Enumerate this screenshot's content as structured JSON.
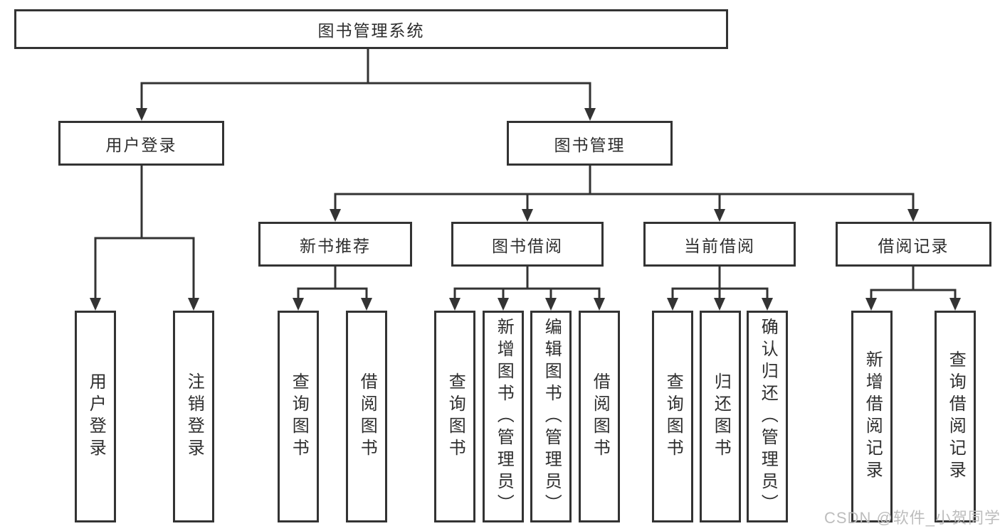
{
  "colors": {
    "line": "#333333",
    "border": "#333333",
    "text": "#2e2e2e",
    "watermark": "#bdbdbd",
    "background": "#ffffff"
  },
  "diagram": {
    "root": "图书管理系统",
    "level2": {
      "user_login": "用户登录",
      "book_management": "图书管理"
    },
    "level3": {
      "new_books": "新书推荐",
      "book_borrowing": "图书借阅",
      "current_borrowing": "当前借阅",
      "borrowing_records": "借阅记录"
    },
    "leaves": {
      "user_login": "用户登录",
      "logout": "注销登录",
      "new_books_query": "查询图书",
      "new_books_borrow": "借阅图书",
      "borrowing_query": "查询图书",
      "borrowing_add": "新增图书（管理员）",
      "borrowing_edit": "编辑图书（管理员）",
      "borrowing_borrow": "借阅图书",
      "current_query": "查询图书",
      "current_return": "归还图书",
      "current_confirm": "确认归还（管理员）",
      "records_add": "新增借阅记录",
      "records_query": "查询借阅记录"
    }
  },
  "watermark": "CSDN @软件_小贺同学"
}
